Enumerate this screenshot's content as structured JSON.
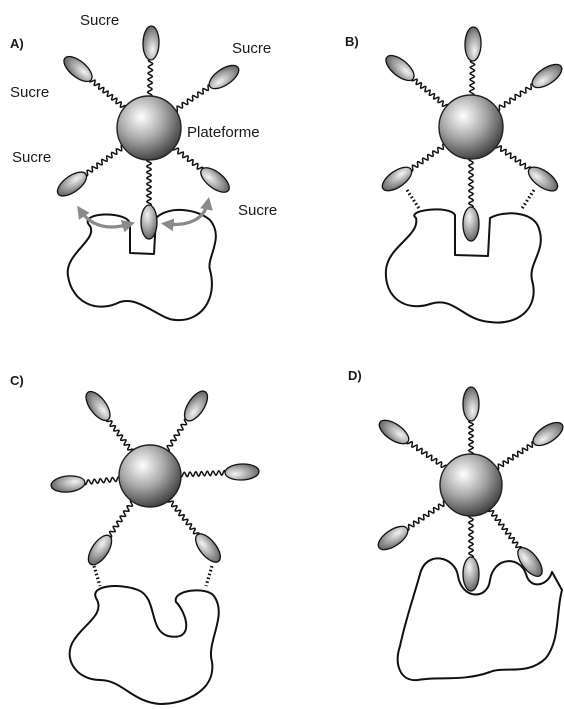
{
  "panels": [
    {
      "id": "A",
      "label": "A)"
    },
    {
      "id": "B",
      "label": "B)"
    },
    {
      "id": "C",
      "label": "C)"
    },
    {
      "id": "D",
      "label": "D)"
    }
  ],
  "annotations": {
    "sucre_top": "Sucre",
    "sucre_top_right": "Sucre",
    "sucre_left": "Sucre",
    "sucre_lower_left": "Sucre",
    "sucre_lower_right": "Sucre",
    "plateforme": "Plateforme"
  },
  "colors": {
    "line": "#111111",
    "arrow": "#8a8a8a",
    "sphere_light": "#ffffff",
    "sphere_dark": "#2a2a2a"
  }
}
